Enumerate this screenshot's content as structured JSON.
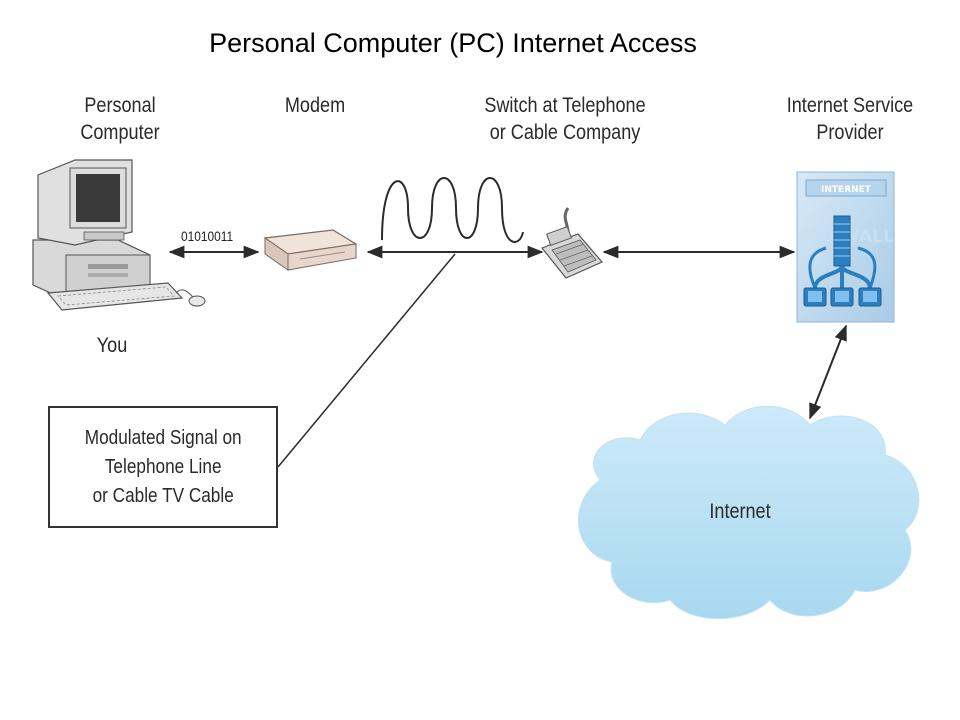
{
  "title": "Personal Computer (PC) Internet Access",
  "nodes": {
    "pc": {
      "line1": "Personal",
      "line2": "Computer",
      "caption": "You"
    },
    "modem": {
      "line1": "Modem"
    },
    "switch": {
      "line1": "Switch at Telephone",
      "line2": "or Cable Company"
    },
    "isp": {
      "line1": "Internet Service",
      "line2": "Provider",
      "sign": "INTERNET",
      "firewall": "FIREWALL"
    },
    "internet": {
      "label": "Internet"
    }
  },
  "binary_signal": "01010011",
  "callout": {
    "line1": "Modulated Signal on",
    "line2": "Telephone Line",
    "line3": "or Cable TV Cable"
  },
  "colors": {
    "cloud_fill": "#bfe4f6",
    "cloud_stroke": "#6cb6dc",
    "isp_blue": "#2a7fc1",
    "line": "#2b2b2b"
  }
}
